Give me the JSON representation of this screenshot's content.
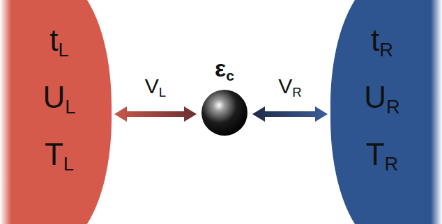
{
  "diagram": {
    "nodes": [
      {
        "text": [
          "tL",
          "UL",
          "TL"
        ]
      },
      {
        "text": [
          "εc"
        ]
      },
      {
        "text": [
          "tR",
          "UR",
          "TR"
        ]
      }
    ],
    "edges": [
      {
        "from": 0,
        "to": 1,
        "arrow": "both",
        "label": "VL"
      },
      {
        "from": 1,
        "to": 2,
        "arrow": "both",
        "label": "VR"
      }
    ]
  }
}
